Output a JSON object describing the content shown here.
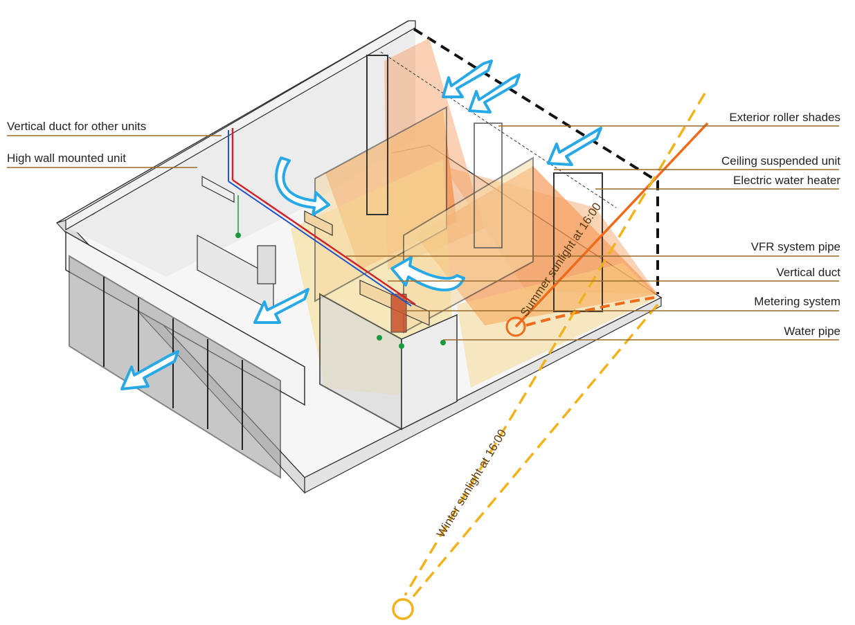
{
  "labels_left": [
    {
      "id": "vertical-duct-other-units",
      "text": "Vertical duct for other units"
    },
    {
      "id": "high-wall-mounted-unit",
      "text": "High wall mounted unit"
    }
  ],
  "labels_right": [
    {
      "id": "exterior-roller-shades",
      "text": "Exterior roller shades"
    },
    {
      "id": "ceiling-suspended-unit",
      "text": "Ceiling suspended unit"
    },
    {
      "id": "electric-water-heater",
      "text": "Electric water heater"
    },
    {
      "id": "vfr-system-pipe",
      "text": "VFR system pipe"
    },
    {
      "id": "vertical-duct",
      "text": "Vertical duct"
    },
    {
      "id": "metering-system",
      "text": "Metering system"
    },
    {
      "id": "water-pipe",
      "text": "Water pipe"
    }
  ],
  "sun_labels": {
    "summer": "Summer sunlight at 16:00",
    "winter": "Winter sunlight at 16:00"
  },
  "colors": {
    "leader": "#9a6a2a",
    "summer_sun": "#ef6a1a",
    "winter_sun": "#f2b21c",
    "airflow": "#29a8e6",
    "label_text": "#222222"
  }
}
